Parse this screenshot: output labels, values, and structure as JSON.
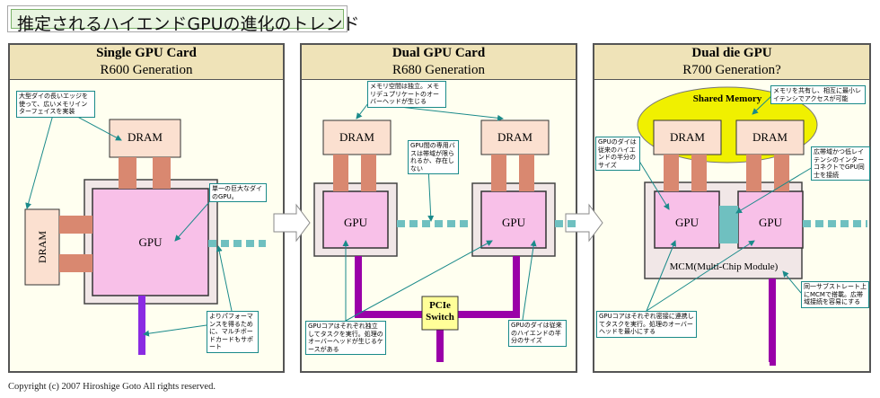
{
  "title": "推定されるハイエンドGPUの進化のトレンド",
  "panels": [
    {
      "heading": "Single GPU Card",
      "generation": "R600 Generation"
    },
    {
      "heading": "Dual GPU Card",
      "generation": "R680 Generation"
    },
    {
      "heading": "Dual die GPU",
      "generation": "R700 Generation?"
    }
  ],
  "labels": {
    "dram": "DRAM",
    "gpu": "GPU",
    "pcie_switch_line1": "PCIe",
    "pcie_switch_line2": "Switch",
    "shared_memory": "Shared Memory",
    "mcm": "MCM(Multi-Chip Module)"
  },
  "notes": {
    "p1_large_die_edge": "大型ダイの長いエッジを使って、広いメモリインターフェイスを実装",
    "p1_single_huge_gpu": "単一の巨大なダイのGPU。",
    "p1_higher_performance": "よりパフォーマンスを得るために、マルチボードカードもサポート",
    "p2_memory_independent": "メモリ空間は独立。メモリデュプリケートのオーバーヘッドが生じる",
    "p2_dedicated_bus": "GPU間の専用バスは帯域が限られるか、存在しない",
    "p2_independent_tasks": "GPUコアはそれぞれ独立してタスクを実行。処理のオーバーヘッドが生じるケースがある",
    "p2_half_size_die": "GPUのダイは従来のハイエンドの半分のサイズ",
    "p3_half_size_die": "GPUのダイは従来のハイエンドの半分のサイズ",
    "p3_shared_memory_latency": "メモリを共有し、相互に最小レイテンシでアクセスが可能",
    "p3_wide_interconnect": "広帯域かつ低レイテンシのインターコネクトでGPU同士を接続",
    "p3_cooperative_tasks": "GPUコアはそれぞれ密接に連携してタスクを実行。処理のオーバーヘッドを最小にする",
    "p3_same_substrate": "同一サブストレート上にMCMで搭載。広帯域接続を容易にする"
  },
  "copyright": "Copyright (c) 2007 Hiroshige Goto All rights reserved.",
  "colors": {
    "title_bg": "#e8f4e0",
    "panel_head": "#efe3b8",
    "panel_bg": "#fffff0",
    "dram_fill": "#fbe0d0",
    "memory_bus": "#d98870",
    "gpu_fill": "#f8c0e8",
    "package_fill": "#f1e7e7",
    "pcie_bus": "#9a00a8",
    "pcie_switch": "#ffff99",
    "shared_memory": "#f0f000",
    "interconnect": "#6fc0c0",
    "note_border": "#1a8a8a"
  }
}
